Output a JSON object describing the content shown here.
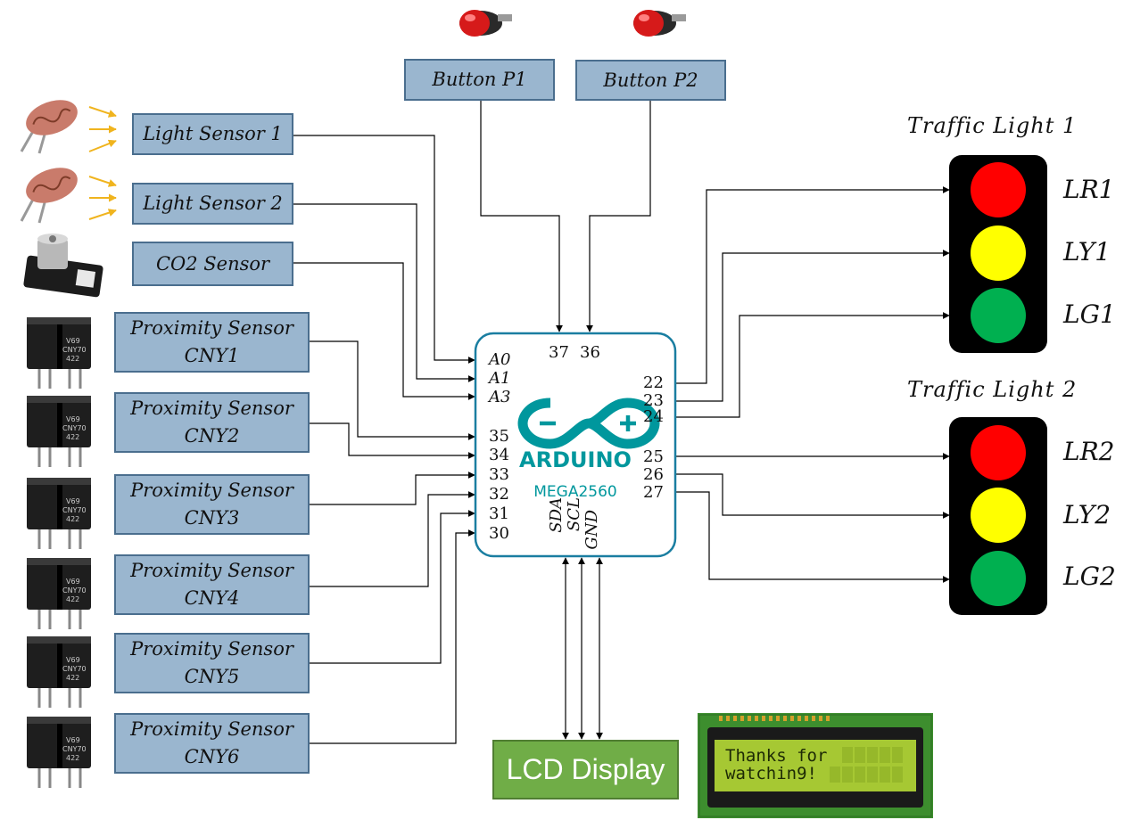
{
  "buttons": [
    {
      "label": "Button P1"
    },
    {
      "label": "Button P2"
    }
  ],
  "sensors": [
    {
      "label": "Light Sensor 1"
    },
    {
      "label": "Light Sensor 2"
    },
    {
      "label": "CO2 Sensor"
    }
  ],
  "proximity": [
    {
      "line1": "Proximity Sensor",
      "line2": "CNY1"
    },
    {
      "line1": "Proximity Sensor",
      "line2": "CNY2"
    },
    {
      "line1": "Proximity Sensor",
      "line2": "CNY3"
    },
    {
      "line1": "Proximity Sensor",
      "line2": "CNY4"
    },
    {
      "line1": "Proximity Sensor",
      "line2": "CNY5"
    },
    {
      "line1": "Proximity Sensor",
      "line2": "CNY6"
    }
  ],
  "arduino": {
    "brand": "ARDUINO",
    "model": "MEGA2560",
    "pins_top": [
      "37",
      "36"
    ],
    "pins_left": [
      "A0",
      "A1",
      "A3",
      "35",
      "34",
      "33",
      "32",
      "31",
      "30"
    ],
    "pins_right": [
      "22",
      "23",
      "24",
      "25",
      "26",
      "27"
    ],
    "pins_bottom": [
      "SDA",
      "SCL",
      "GND"
    ]
  },
  "traffic_lights": [
    {
      "title": "Traffic Light 1",
      "labels": [
        "LR1",
        "LY1",
        "LG1"
      ]
    },
    {
      "title": "Traffic Light 2",
      "labels": [
        "LR2",
        "LY2",
        "LG2"
      ]
    }
  ],
  "lcd": {
    "label": "LCD Display",
    "screen_line1": "Thanks for",
    "screen_line2": "watchin9!"
  },
  "colors": {
    "box_fill": "#9ab6cf",
    "arduino_teal": "#00979d",
    "lcd_green": "#70ad47",
    "red": "#ff0000",
    "yellow": "#ffff00",
    "green": "#00b050",
    "arrow_yellow": "#f0b41e"
  }
}
